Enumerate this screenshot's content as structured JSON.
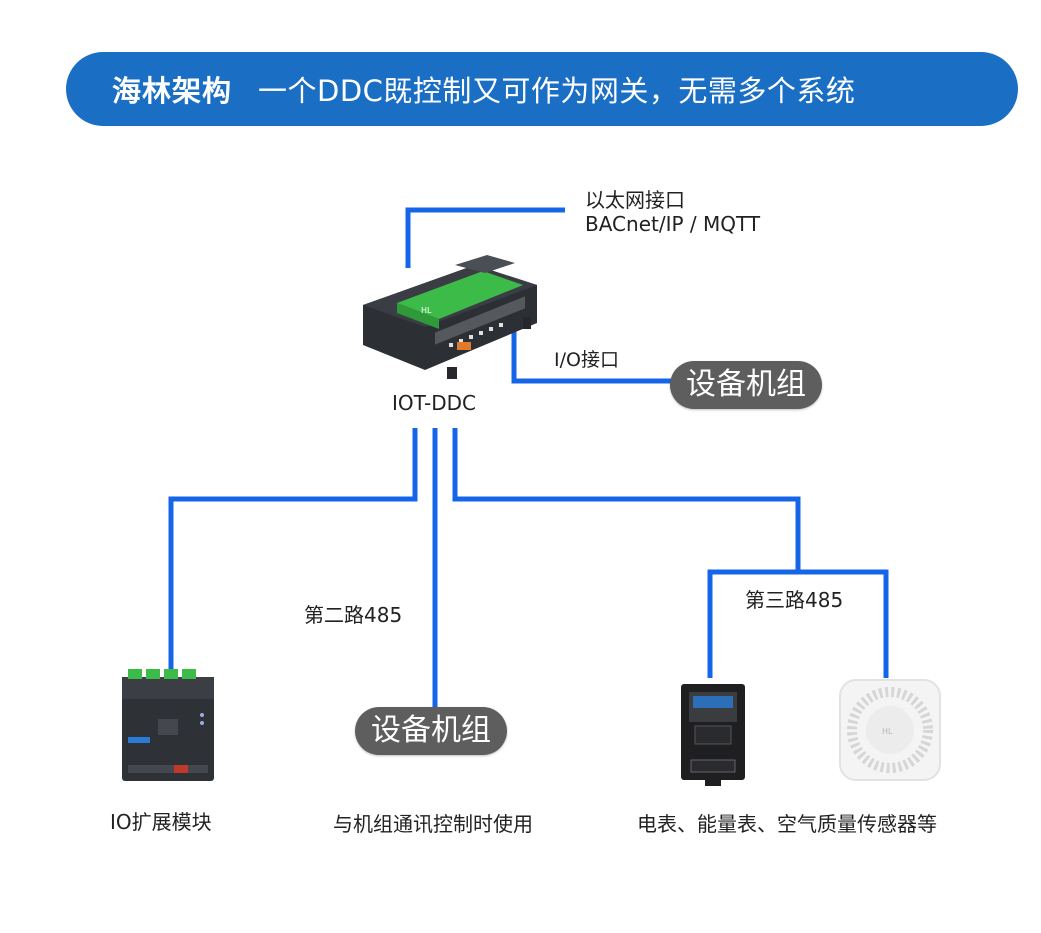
{
  "banner": {
    "brand": "海林架构",
    "slogan": "一个DDC既控制又可作为网关，无需多个系统"
  },
  "colors": {
    "banner_bg": "#1a6fc4",
    "wire": "#1565e8",
    "pill_bg": "#5e5e5e",
    "device_green": "#3dbb48"
  },
  "ethernet": {
    "line1": "以太网接口",
    "line2": "BACnet/IP / MQTT"
  },
  "io_interface": {
    "label": "I/O接口"
  },
  "controller": {
    "label": "IOT-DDC"
  },
  "unit_pill_top": {
    "label": "设备机组"
  },
  "route2": {
    "label": "第二路485"
  },
  "route3": {
    "label": "第三路485"
  },
  "unit_pill_bottom": {
    "label": "设备机组"
  },
  "captions": {
    "io_module": "IO扩展模块",
    "unit_comm": "与机组通讯控制时使用",
    "meters": "电表、能量表、空气质量传感器等"
  },
  "icons": {
    "controller": "ddc-controller-icon",
    "io_module": "io-expansion-module-icon",
    "meter": "electric-meter-icon",
    "sensor": "air-quality-sensor-icon"
  }
}
